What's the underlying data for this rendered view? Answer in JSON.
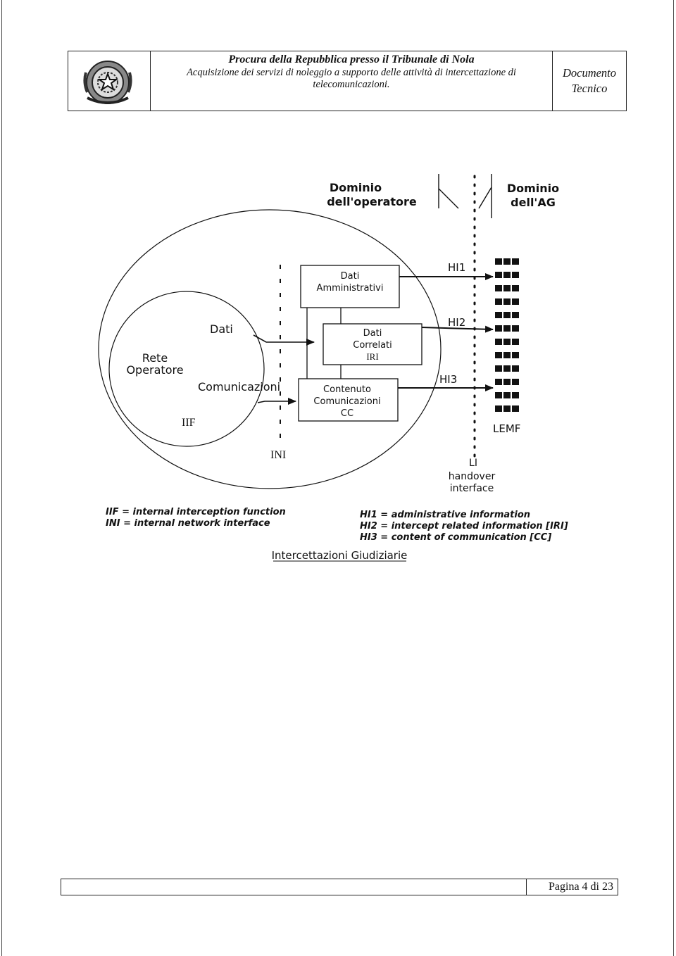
{
  "header": {
    "title": "Procura della Repubblica presso il Tribunale di Nola",
    "subtitle": "Acquisizione dei servizi di noleggio a supporto delle attività di intercettazione di telecomunicazioni.",
    "doc_type_line1": "Documento",
    "doc_type_line2": "Tecnico",
    "logo_icon": "republic-emblem-icon"
  },
  "diagram": {
    "domain_operator_line1": "Dominio",
    "domain_operator_line2": "dell'operatore",
    "domain_ag_line1": "Dominio",
    "domain_ag_line2": "dell'AG",
    "network_label_line1": "Rete",
    "network_label_line2": "Operatore",
    "dati_label": "Dati",
    "comunicazioni_label": "Comunicazioni",
    "iif_label": "IIF",
    "ini_label": "INI",
    "box_admin_line1": "Dati",
    "box_admin_line2": "Amministrativi",
    "box_iri_line1": "Dati",
    "box_iri_line2": "Correlati",
    "box_iri_line3": "IRI",
    "box_cc_line1": "Contenuto",
    "box_cc_line2": "Comunicazioni",
    "box_cc_line3": "CC",
    "hi1": "HI1",
    "hi2": "HI2",
    "hi3": "HI3",
    "lemf": "LEMF",
    "li_line1": "LI",
    "li_line2": "handover",
    "li_line3": "interface"
  },
  "legend": {
    "left": [
      "IIF = internal interception function",
      "INI = internal network interface"
    ],
    "right": [
      "HI1 = administrative information",
      "HI2 = intercept related information [IRI]",
      "HI3 = content of communication [CC]"
    ]
  },
  "caption": "Intercettazioni Giudiziarie",
  "footer": {
    "page": "Pagina 4 di 23"
  }
}
